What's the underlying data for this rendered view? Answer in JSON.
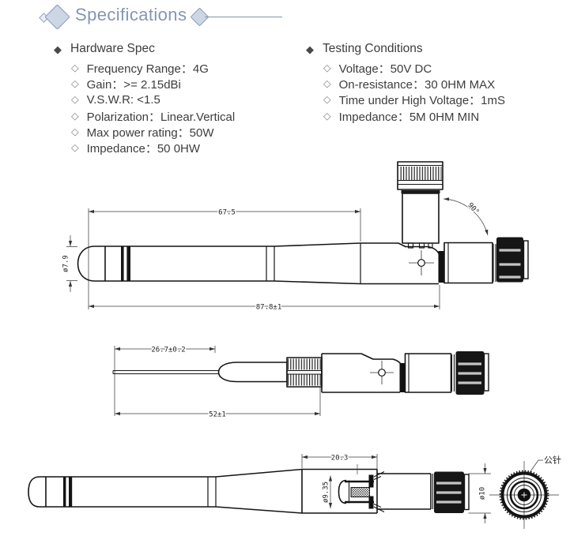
{
  "header": {
    "title": "Specifications"
  },
  "icons": {
    "bullet_filled": "◆",
    "bullet_hollow": "◇"
  },
  "theme": {
    "accent": "#8496b5",
    "diamond_fill": "#cdd6e4",
    "drawing_line": "#141414",
    "text": "#3d3d3d"
  },
  "specs": {
    "hardware": {
      "title": "Hardware Spec",
      "items": [
        "Frequency Range：4G",
        "Gain：>= 2.15dBi",
        "V.S.W.R: <1.5",
        "Polarization：Linear.Vertical",
        "Max power rating：50W",
        "Impedance：50 0HW"
      ]
    },
    "testing": {
      "title": "Testing Conditions",
      "items": [
        "Voltage：50V DC",
        "On-resistance：30 0HM MAX",
        "Time under High Voltage：1mS",
        "Impedance：5M 0HM MIN"
      ]
    }
  },
  "drawings": {
    "top": {
      "len_upper": "67.5",
      "len_total": "87.8±1",
      "dia_tip": "ø7.9",
      "angle": "90°"
    },
    "middle": {
      "len_pin": "26.7±0.2",
      "len_total": "52±1"
    },
    "bottom": {
      "len_hinge": "20.3",
      "dia_inner": "ø9.35",
      "dia_connector": "ø10",
      "pin_label": "公针"
    }
  }
}
